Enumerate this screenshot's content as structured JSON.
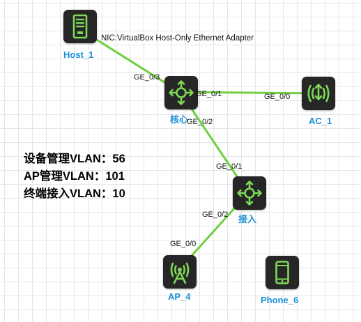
{
  "nodes": {
    "host_1": {
      "label": "Host_1"
    },
    "core": {
      "label": "核心"
    },
    "ac_1": {
      "label": "AC_1"
    },
    "access": {
      "label": "接入"
    },
    "ap_4": {
      "label": "AP_4"
    },
    "phone_6": {
      "label": "Phone_6"
    }
  },
  "nic_label": "NIC:VirtualBox Host-Only Ethernet Adapter",
  "ports": {
    "core_to_host": "GE_0/3",
    "core_to_ac": "GE_0/1",
    "ac_to_core": "GE_0/0",
    "core_to_access": "GE_0/2",
    "access_to_core": "GE_0/1",
    "access_to_ap": "GE_0/2",
    "ap_to_access": "GE_0/0"
  },
  "notes": [
    "设备管理VLAN：56",
    "AP管理VLAN：101",
    "终端接入VLAN：10"
  ],
  "colors": {
    "link": "#6fcf3f",
    "icon_background": "#262626",
    "icon_glyph": "#7ed957",
    "node_label": "#1a8fd8"
  },
  "icons": {
    "host_1": "server-icon",
    "core": "switch-arrows-icon",
    "ac_1": "wireless-controller-icon",
    "access": "switch-arrows-icon",
    "ap_4": "access-point-icon",
    "phone_6": "smartphone-icon"
  }
}
